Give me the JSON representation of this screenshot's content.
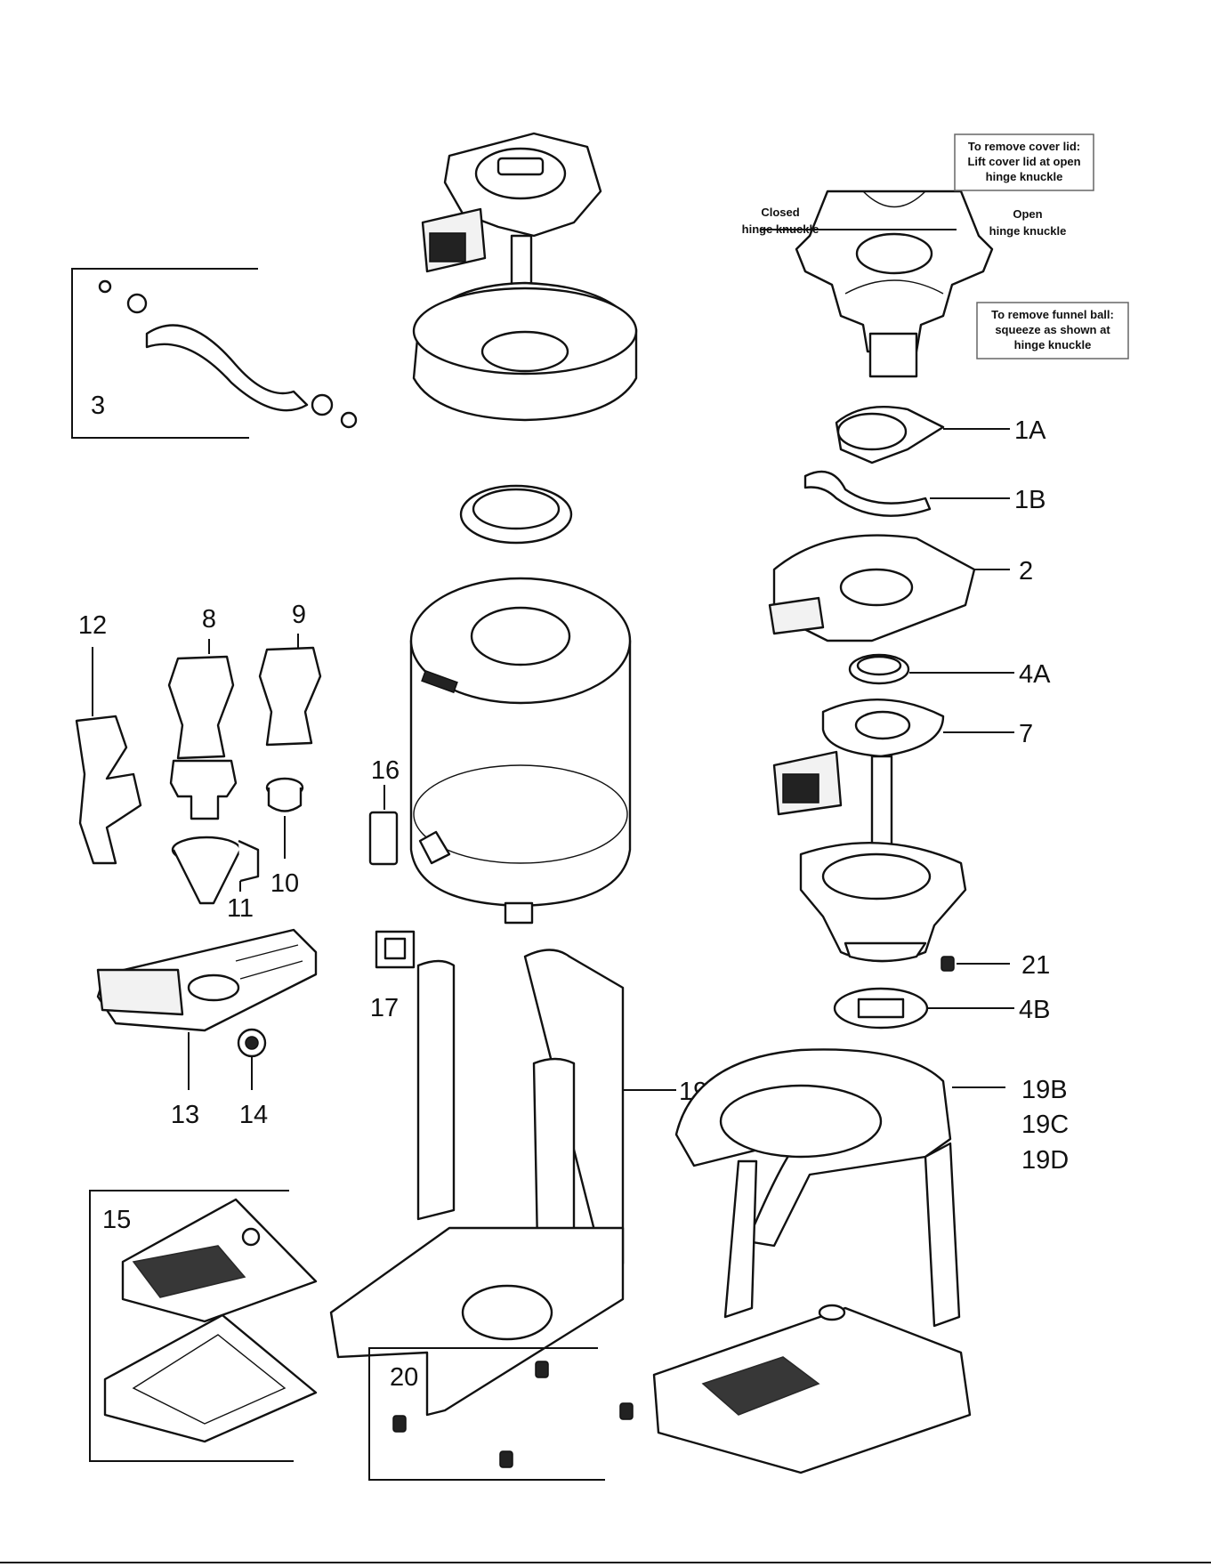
{
  "notes": {
    "cover_lid": [
      "To remove cover lid:",
      "Lift cover lid at open",
      "hinge knuckle"
    ],
    "funnel_ball": [
      "To remove funnel ball:",
      "squeeze as shown at",
      "hinge knuckle"
    ],
    "closed_knuckle": [
      "Closed",
      "hinge knuckle"
    ],
    "open_knuckle": [
      "Open",
      "hinge knuckle"
    ]
  },
  "labels": {
    "p1A": "1A",
    "p1B": "1B",
    "p2": "2",
    "p3": "3",
    "p4A": "4A",
    "p4B": "4B",
    "p7": "7",
    "p8": "8",
    "p9": "9",
    "p10": "10",
    "p11": "11",
    "p12": "12",
    "p13": "13",
    "p14": "14",
    "p15": "15",
    "p16": "16",
    "p17": "17",
    "p19A": "19A",
    "p19B": "19B",
    "p19C": "19C",
    "p19D": "19D",
    "p20": "20",
    "p21": "21"
  },
  "colors": {
    "ink": "#111111",
    "paper": "#ffffff"
  }
}
